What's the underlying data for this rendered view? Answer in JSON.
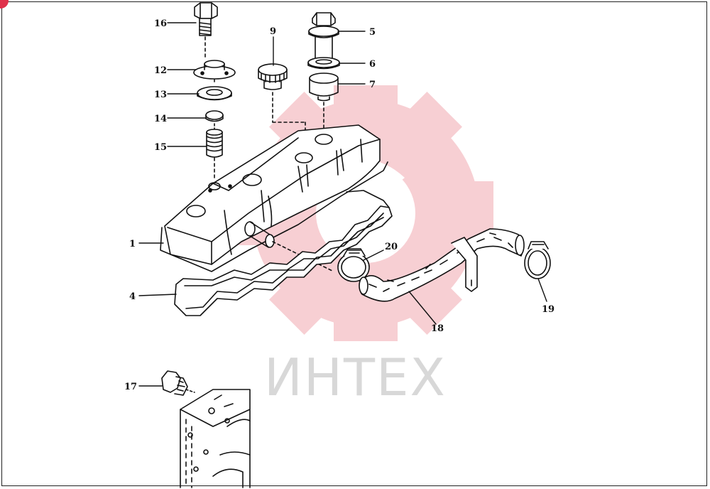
{
  "watermark": {
    "text": "ИНТЕХ",
    "gear_color": "#f6c9cd",
    "text_color": "#d6d6d6"
  },
  "badge_color": "#e0314b",
  "callouts": [
    "1",
    "4",
    "5",
    "6",
    "7",
    "9",
    "12",
    "13",
    "14",
    "15",
    "16",
    "17",
    "18",
    "19",
    "20"
  ]
}
